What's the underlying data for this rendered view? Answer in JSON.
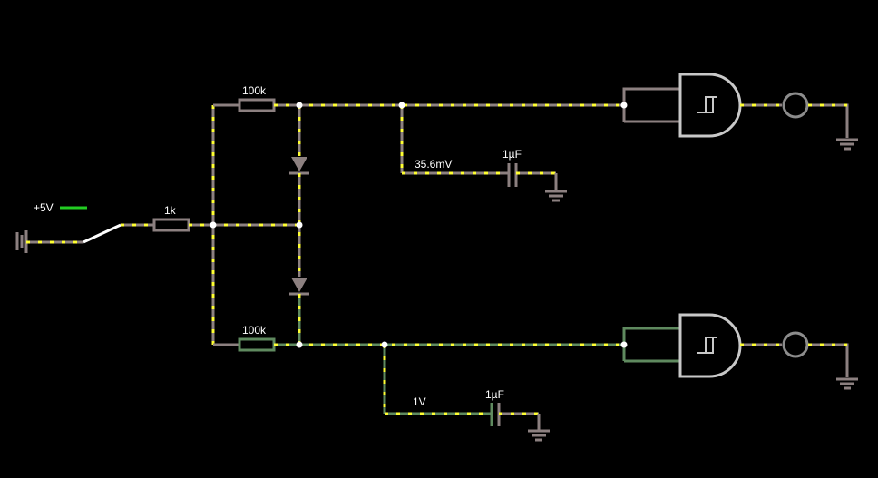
{
  "diagram": {
    "source_label": "+5V",
    "input_resistor": "1k",
    "top_resistor": "100k",
    "bottom_resistor": "100k",
    "top_cap": "1µF",
    "bottom_cap": "1µF",
    "top_cap_voltage": "35.6mV",
    "bottom_cap_voltage": "1V"
  },
  "colors": {
    "wire": "#8c8080",
    "wire_active": "#5f8a5f",
    "current_dots": "#ffff33",
    "source_indicator": "#22cc22",
    "background": "#000000"
  },
  "icons": {
    "gates": "schmitt-nand-icon",
    "outputs": "led-lamp-icon",
    "grounds": "ground-icon"
  }
}
